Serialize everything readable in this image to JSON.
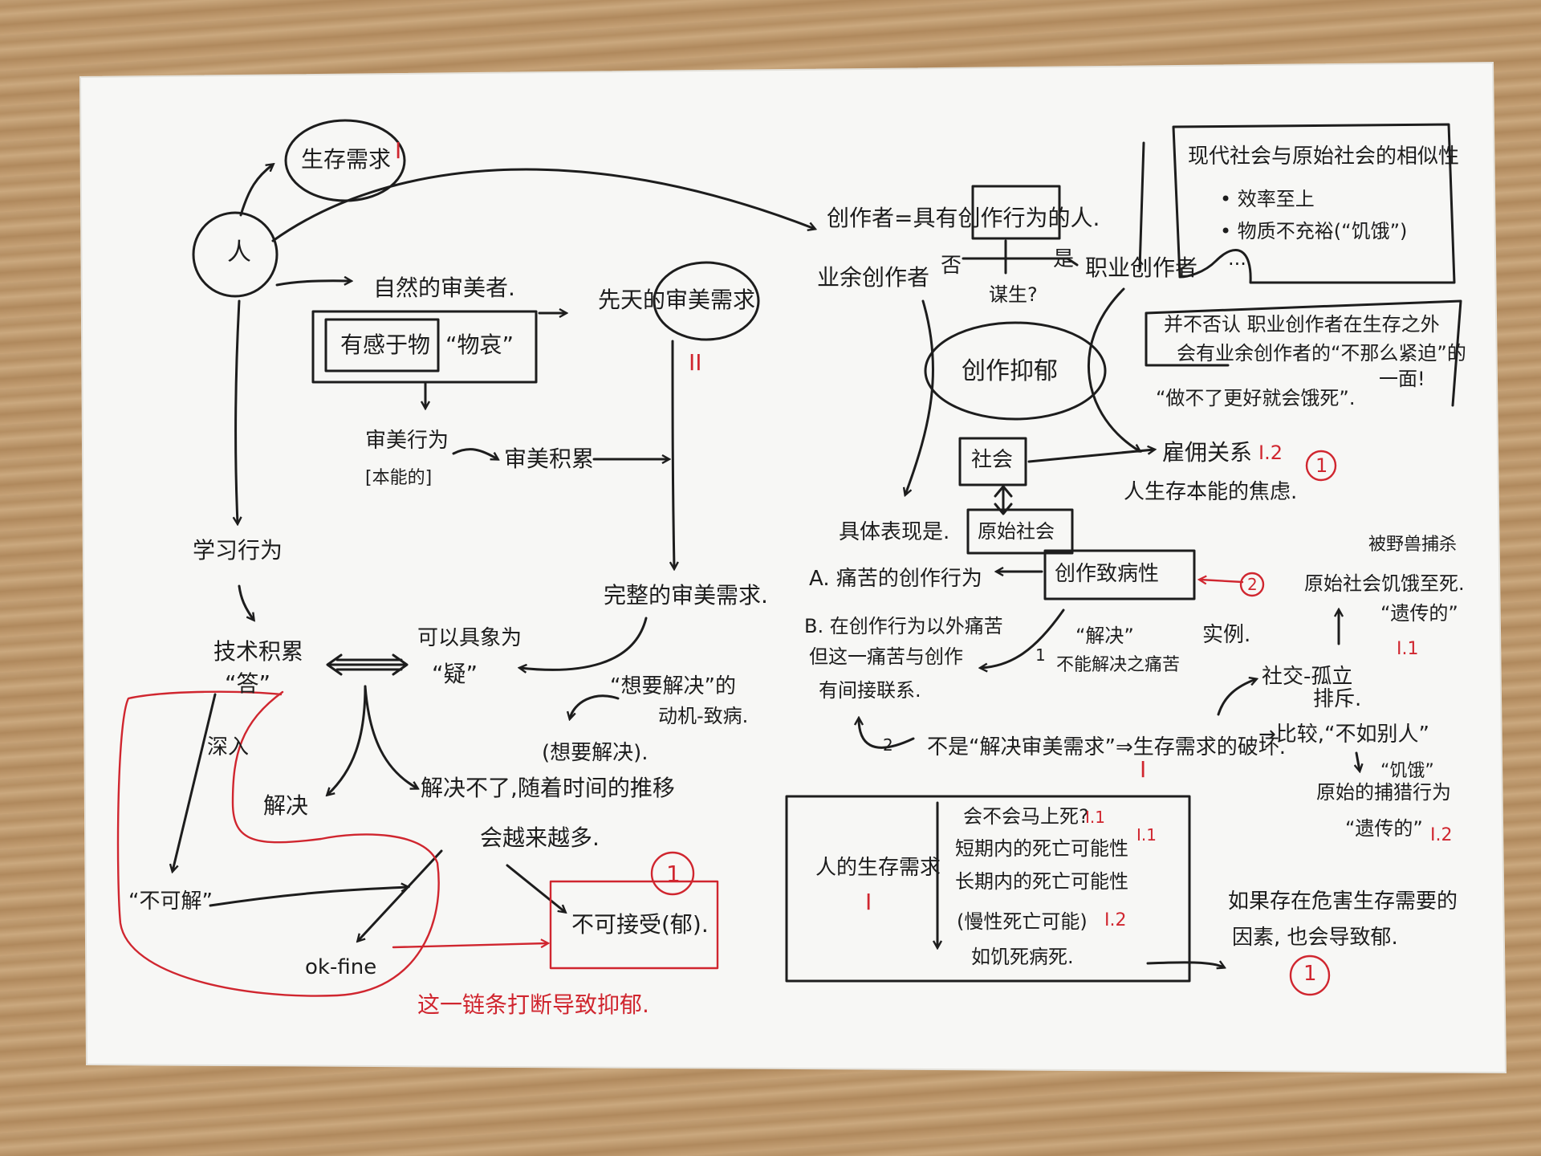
{
  "nodes": {
    "person": "人",
    "survival_need": "生存需求",
    "survival_need_mark": "I",
    "natural_aesthete": "自然的审美者.",
    "feel_object": "有感于物",
    "object_sense": "“物哀”",
    "innate_aesthetic_need": "先天的审美需求",
    "innate_mark": "II",
    "aesthetic_behavior": "审美行为",
    "instinctive": "[本能的]",
    "aesthetic_accumulation": "审美积累",
    "complete_aesthetic_need": "完整的审美需求.",
    "learning_behavior": "学习行为",
    "tech_accumulation": "技术积累",
    "answer": "“答”",
    "can_be_concretized": "可以具象为",
    "question": "“疑”",
    "want_solve_motive": "“想要解决”的",
    "motive_cause": "动机-致病.",
    "want_solve": "(想要解决).",
    "deep": "深入",
    "solve": "解决",
    "unsolvable": "解决不了,随着时间的推移",
    "more_and_more": "会越来越多.",
    "incomprehensible": "“不可解”",
    "ok_fine": "ok-fine",
    "unacceptable": "不可接受(郁).",
    "red_circle_1": "1",
    "chain_break": "这一链条打断导致抑郁.",
    "creator_def": "创作者=具有创作行为的人.",
    "amateur_creator": "业余创作者",
    "no": "否",
    "yes": "是",
    "make_living": "谋生?",
    "professional_creator": "职业创作者",
    "creative_depression": "创作抑郁",
    "society": "社会",
    "employment": "雇佣关系",
    "employment_mark": "I.2",
    "employment_circle": "1",
    "survival_anxiety": "人生存本能的焦虑.",
    "manifestation": "具体表现是.",
    "primitive_society": "原始社会",
    "creative_pathogenic": "创作致病性",
    "creative_pathogenic_circle": "2",
    "painful_creation": "A. 痛苦的创作行为",
    "pain_outside_b1": "B. 在创作行为以外痛苦",
    "pain_outside_b2": "但这一痛苦与创作",
    "pain_outside_b3": "有间接联系.",
    "solve_quote": "“解决”",
    "cannot_solve_pain": "不能解决之痛苦",
    "num_1": "1",
    "num_2": "2",
    "example": "实例.",
    "not_aesthetic": "不是“解决审美需求”⇒生存需求的破坏.",
    "not_aesthetic_mark": "I",
    "compare": "→比较,“不如别人”",
    "social_isolation": "社交-孤立",
    "exclusion": "排斥.",
    "primitive_starve": "原始社会饥饿至死.",
    "hunted_by_beasts": "被野兽捕杀",
    "hereditary_1": "“遗传的”",
    "hereditary_1_mark": "I.1",
    "hunger_quote": "“饥饿”",
    "primitive_hunting": "原始的捕猎行为",
    "hereditary_2": "“遗传的”",
    "hereditary_2_mark": "I.2"
  },
  "boxes": {
    "modern_title": "现代社会与原始社会的相似性",
    "modern_b1": "• 效率至上",
    "modern_b2": "• 物质不充裕(“饥饿”)",
    "modern_b3": "...",
    "not_deny_1": "并不否认 职业创作者在生存之外",
    "not_deny_2": "会有业余创作者的“不那么紧迫”的",
    "not_deny_3": "一面!",
    "not_deny_4": "“做不了更好就会饿死”.",
    "survival_label": "人的生存需求",
    "survival_label_mark": "I",
    "die_now": "会不会马上死?",
    "die_now_mark": "I.1",
    "short_death": "短期内的死亡可能性",
    "short_death_mark": "I.1",
    "long_death": "长期内的死亡可能性",
    "chronic_death": "(慢性死亡可能)",
    "chronic_death_mark": "I.2",
    "such_as_disease": "如饥死病死.",
    "if_factor_1": "如果存在危害生存需要的",
    "if_factor_2": "因素, 也会导致郁.",
    "if_factor_circle": "1"
  },
  "colors": {
    "ink": "#1d1d1d",
    "red_pen": "#d0262f",
    "paper": "#f7f7f5",
    "wood": "#b8946a"
  }
}
